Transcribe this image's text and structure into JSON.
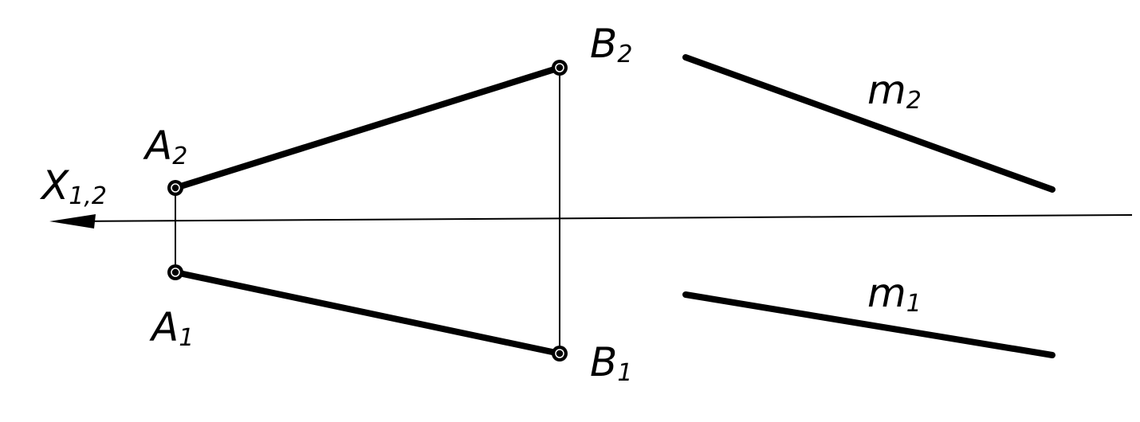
{
  "axis": {
    "main": "X",
    "sub": "1,2"
  },
  "points": {
    "A2": {
      "main": "A",
      "sub": "2"
    },
    "A1": {
      "main": "A",
      "sub": "1"
    },
    "B2": {
      "main": "B",
      "sub": "2"
    },
    "B1": {
      "main": "B",
      "sub": "1"
    }
  },
  "lines": {
    "m2": {
      "main": "m",
      "sub": "2"
    },
    "m1": {
      "main": "m",
      "sub": "1"
    }
  }
}
